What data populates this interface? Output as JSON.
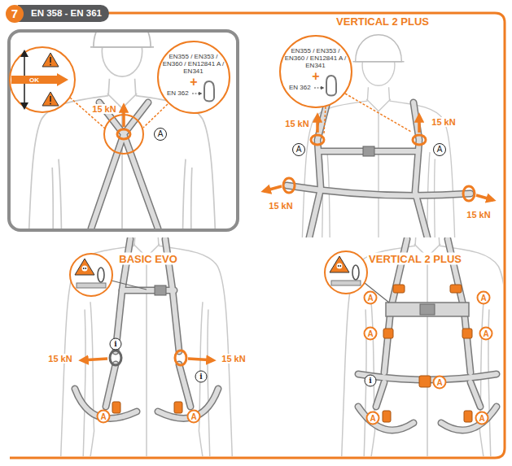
{
  "diagram": {
    "title": "EN 358 - EN 361",
    "nodes": [
      {
        "text": [
          "EN355 / EN353 / EN360 / EN12841 A / EN341",
          "+",
          "EN 362"
        ]
      },
      {
        "text": [
          "EN355 / EN353 / EN360 / EN12841 A / EN341",
          "+",
          "EN 362"
        ]
      }
    ],
    "labels": [
      "7",
      "VERTICAL 2 PLUS",
      "OK",
      "15 kN",
      "A",
      "15 kN",
      "15 kN",
      "A",
      "A",
      "15 kN",
      "15 kN",
      "BASIC EVO",
      "VERTICAL 2 PLUS",
      "A",
      "A",
      "A",
      "A",
      "i",
      "15 kN",
      "15 kN",
      "i",
      "i",
      "A",
      "A",
      "A",
      "A",
      "A"
    ]
  }
}
